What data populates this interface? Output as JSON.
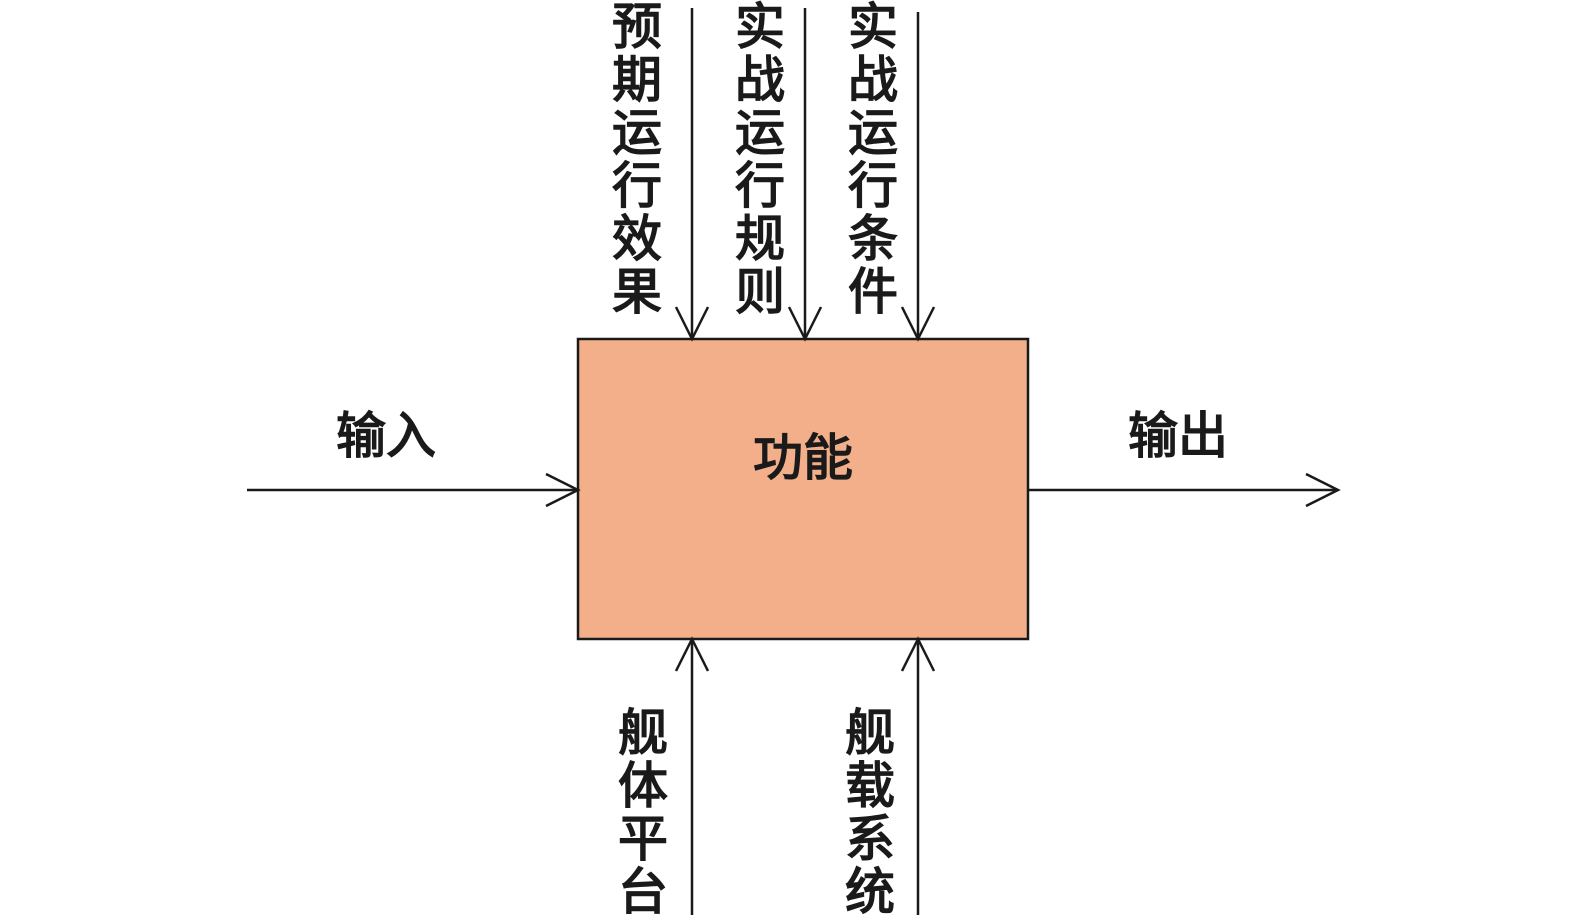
{
  "diagram": {
    "function_box": {
      "label": "功能",
      "fill_color": "#f2af8a",
      "border_color": "#1a1a1a"
    },
    "input": {
      "label": "输入"
    },
    "output": {
      "label": "输出"
    },
    "controls": [
      {
        "label": "预期运行效果"
      },
      {
        "label": "实战运行规则"
      },
      {
        "label": "实战运行条件"
      }
    ],
    "mechanisms": [
      {
        "label": "舰体平台"
      },
      {
        "label": "舰载系统"
      }
    ]
  }
}
